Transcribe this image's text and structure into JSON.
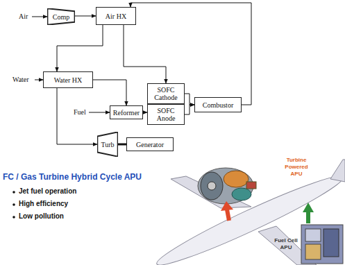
{
  "diagram": {
    "title": "FC / Gas Turbine Hybrid Cycle APU",
    "nodes": [
      {
        "text": [
          "Comp"
        ]
      },
      {
        "text": [
          "Air HX"
        ]
      },
      {
        "text": [
          "Water HX"
        ]
      },
      {
        "text": [
          "SOFC Cathode"
        ]
      },
      {
        "text": [
          "Combustor"
        ]
      },
      {
        "text": [
          "Reformer"
        ]
      },
      {
        "text": [
          "SOFC Anode"
        ]
      },
      {
        "text": [
          "Turb"
        ]
      },
      {
        "text": [
          "Generator"
        ]
      }
    ],
    "edges": [
      {
        "from": 0,
        "to": 1,
        "arrow": "to"
      },
      {
        "from": 1,
        "to": 2,
        "arrow": "to"
      },
      {
        "from": 1,
        "to": 3,
        "arrow": "to"
      },
      {
        "from": 3,
        "to": 4,
        "arrow": "to"
      },
      {
        "from": 6,
        "to": 4,
        "arrow": "to"
      },
      {
        "from": 4,
        "to": 1,
        "arrow": "to"
      },
      {
        "from": 2,
        "to": 5,
        "arrow": "to"
      },
      {
        "from": 5,
        "to": 6,
        "arrow": "to"
      },
      {
        "from": 2,
        "to": 7,
        "arrow": "to"
      },
      {
        "from": 7,
        "to": 8,
        "arrow": "none"
      }
    ],
    "labels": [
      "Air",
      "Water",
      "Fuel",
      "Jet fuel operation",
      "High efficiency",
      "Low pollution",
      "Turbine Powered APU",
      "Fuel Cell APU"
    ]
  }
}
